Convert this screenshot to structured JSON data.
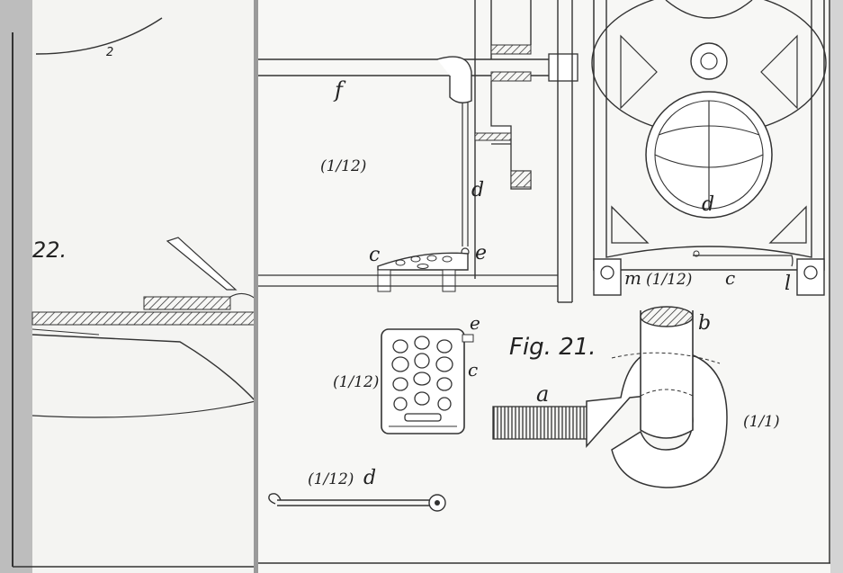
{
  "left_plate": {
    "figure_number": "22.",
    "mark_2": "2"
  },
  "figure": {
    "title": "Fig. 21.",
    "labels": {
      "f": "f",
      "d_rod": "d",
      "c_pedal": "c",
      "e_pedal": "e",
      "d_wheel": "d",
      "m": "m",
      "c_bottom": "c",
      "l": "l",
      "e_detail": "e",
      "c_detail": "c",
      "a": "a",
      "b": "b",
      "d_rod_detail": "d"
    },
    "scales": {
      "main": "(1/12)",
      "frame": "(1/12)",
      "pedal_detail": "(1/12)",
      "rod_detail": "(1/12)",
      "bracket_detail": "(1/1)"
    }
  },
  "colors": {
    "paper": "#f7f7f5",
    "ink": "#2a2a2a",
    "shade": "#c9c9c9",
    "margin": "#bdbdbd"
  }
}
